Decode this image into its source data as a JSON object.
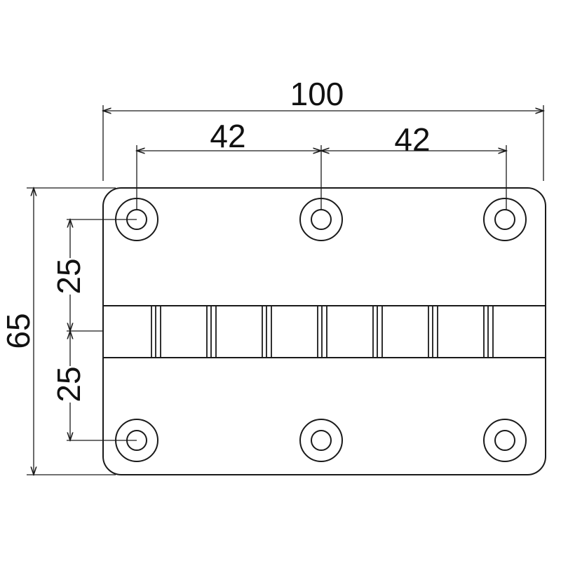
{
  "drawing": {
    "subject": "hinge",
    "dimensions": {
      "overall_width": "100",
      "hole_spacing_left": "42",
      "hole_spacing_right": "42",
      "overall_height": "65",
      "upper_half": "25",
      "lower_half": "25"
    },
    "hole_count": 6,
    "knuckle_groups": 7,
    "line_color": "#1a1a1a"
  }
}
